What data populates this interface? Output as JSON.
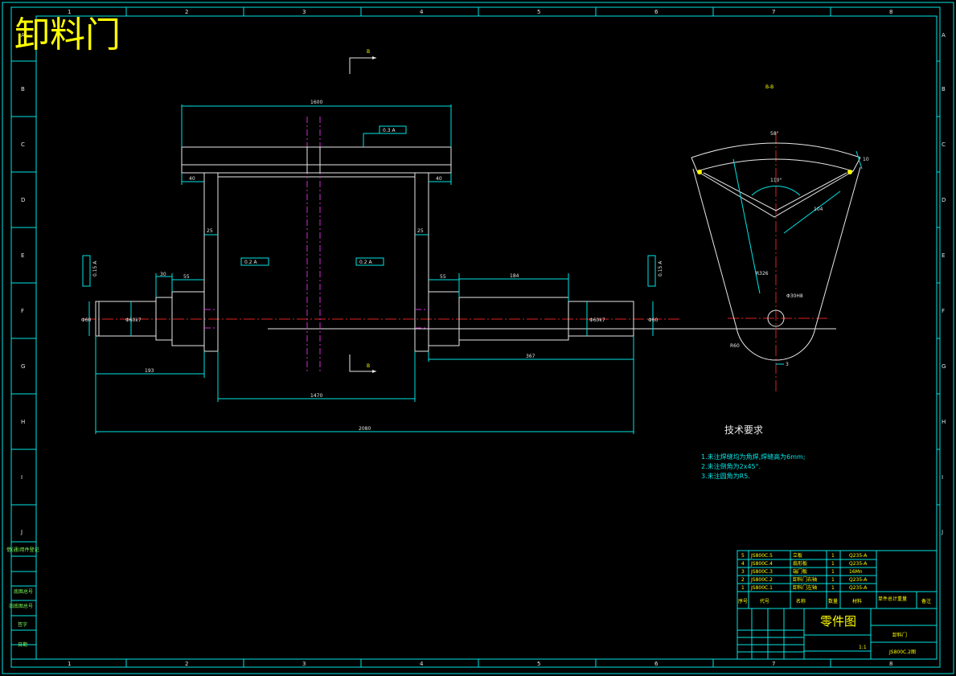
{
  "title": "卸料门",
  "section_label": "B-B",
  "cut_marker": "B",
  "column_numbers": [
    "1",
    "2",
    "3",
    "4",
    "5",
    "6",
    "7",
    "8"
  ],
  "row_letters": [
    "A",
    "B",
    "C",
    "D",
    "E",
    "F",
    "G",
    "H",
    "I",
    "J"
  ],
  "dimensions": {
    "top_width": "1600",
    "left_40": "40",
    "right_40": "40",
    "left_25": "25",
    "right_25": "25",
    "d30": "30",
    "d55_left": "55",
    "d55_right": "55",
    "d184": "184",
    "d193": "193",
    "d367": "367",
    "d1470": "1470",
    "d2080": "2080",
    "left_end": "Φ60",
    "right_end": "Φ60",
    "left_bore": "Φ60k7",
    "right_bore": "Φ60k7",
    "tol_left": "0.15 A",
    "tol_right": "0.15 A",
    "parallel_tol": "0.3 A",
    "perp_left": "0.2 A",
    "perp_right": "0.2 A"
  },
  "section_dims": {
    "arc_angle": "58°",
    "inner_angle": "110°",
    "radius": "R326",
    "side": "104",
    "thickness": "10",
    "hole": "Φ30H8",
    "base_r": "R60",
    "offset": "3"
  },
  "tech_requirements": {
    "heading": "技术要求",
    "items": [
      "1.未注焊缝均为角焊,焊缝高为6mm;",
      "2.未注倒角为2x45°.",
      "3.未注圆角为R5."
    ]
  },
  "parts_list": [
    {
      "no": "5",
      "code": "JS800C.5",
      "name": "立板",
      "qty": "1",
      "material": "Q235-A"
    },
    {
      "no": "4",
      "code": "JS800C.4",
      "name": "扇形板",
      "qty": "1",
      "material": "Q235-A"
    },
    {
      "no": "3",
      "code": "JS800C.3",
      "name": "端门板",
      "qty": "1",
      "material": "16Mn"
    },
    {
      "no": "2",
      "code": "JS800C.2",
      "name": "卸料门右轴",
      "qty": "1",
      "material": "Q235-A"
    },
    {
      "no": "1",
      "code": "JS800C.1",
      "name": "卸料门左轴",
      "qty": "1",
      "material": "Q235-A"
    }
  ],
  "parts_header": [
    "序号",
    "代号",
    "名称",
    "数量",
    "材料",
    "单件总计重量",
    "备注"
  ],
  "title_block": {
    "drawing_type": "零件图",
    "part_name": "卸料门",
    "drawing_no": "JS800C.2图",
    "scale": "1:1"
  },
  "left_labels": [
    "借(通)用件登记",
    "旧底图总号",
    "底图总号",
    "签字",
    "日期"
  ]
}
